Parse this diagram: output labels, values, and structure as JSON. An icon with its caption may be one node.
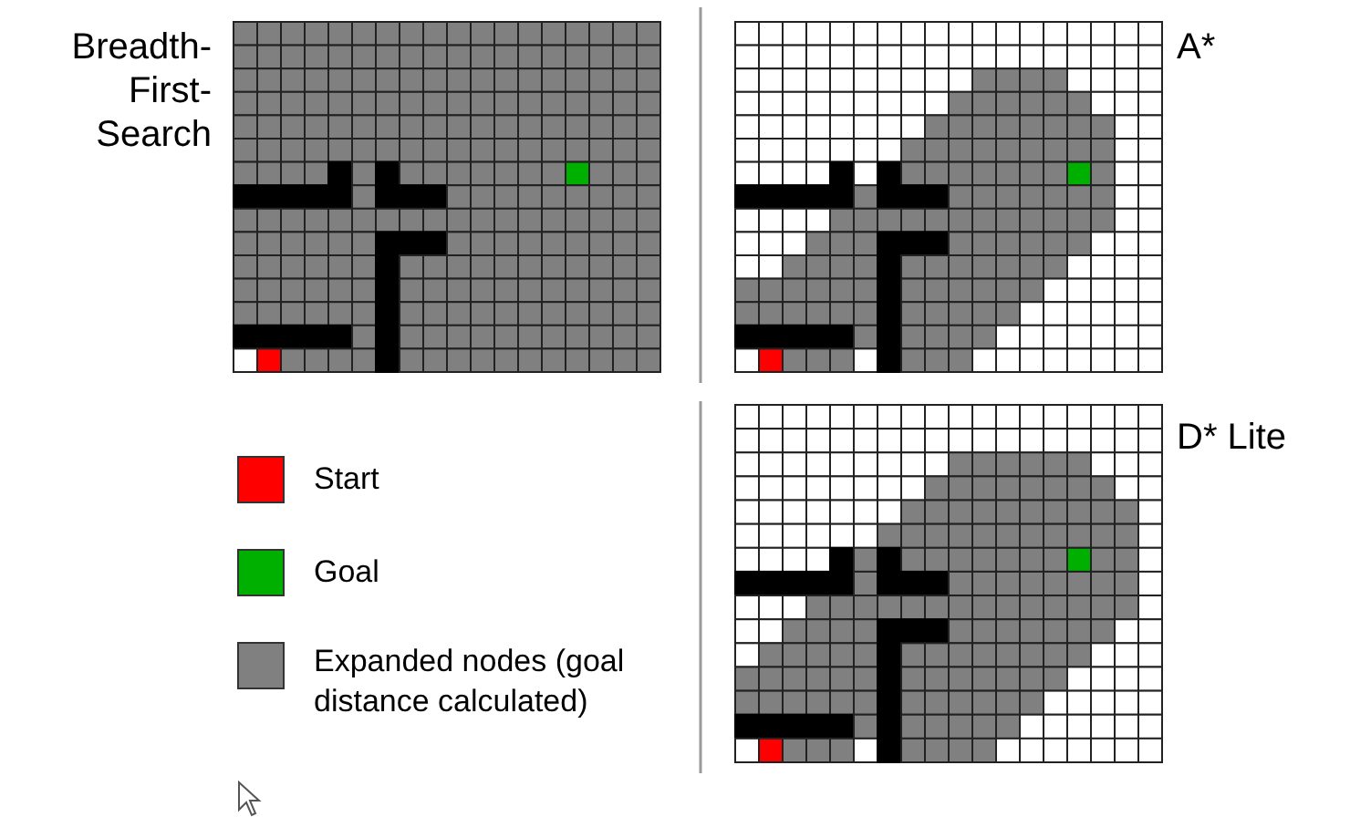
{
  "diagram": {
    "labels": [
      "Breadth-First-Search",
      "A*",
      "D* Lite"
    ],
    "legend": [
      {
        "text": "Start",
        "color": "#ff0000"
      },
      {
        "text": "Goal",
        "color": "#00b000"
      },
      {
        "text": "Expanded nodes (goal distance calculated)",
        "color": "#808080"
      }
    ]
  }
}
